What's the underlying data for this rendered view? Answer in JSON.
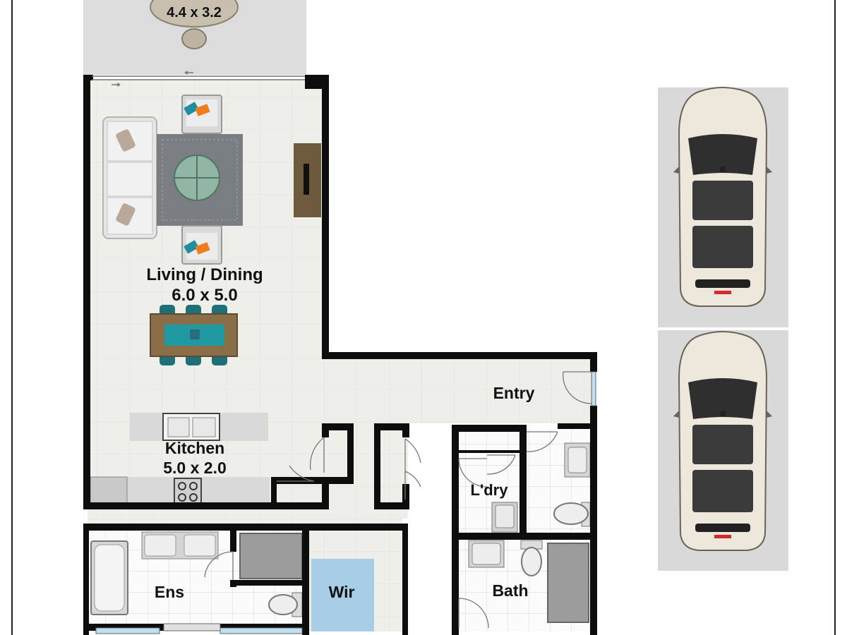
{
  "rooms": {
    "balcony": {
      "dims": "4.4 x 3.2"
    },
    "living": {
      "name": "Living / Dining",
      "dims": "6.0 x 5.0"
    },
    "kitchen": {
      "name": "Kitchen",
      "dims": "5.0 x 2.0"
    },
    "entry": {
      "name": "Entry"
    },
    "laundry": {
      "name": "L'dry"
    },
    "ensuite": {
      "name": "Ens"
    },
    "wir": {
      "name": "Wir"
    },
    "bath": {
      "name": "Bath"
    }
  },
  "colors": {
    "wall": "#0d0d0d",
    "floor": "#efefea",
    "wet_floor": "#fbfbfb",
    "balcony_floor": "#dcdcdc",
    "parking": "#d9d9d9",
    "robe": "#a8cde6",
    "rug": "#7a7e82",
    "tv_unit": "#6e5a3c",
    "table_runner": "#1f9aa3",
    "car_body": "#eee8dc"
  }
}
